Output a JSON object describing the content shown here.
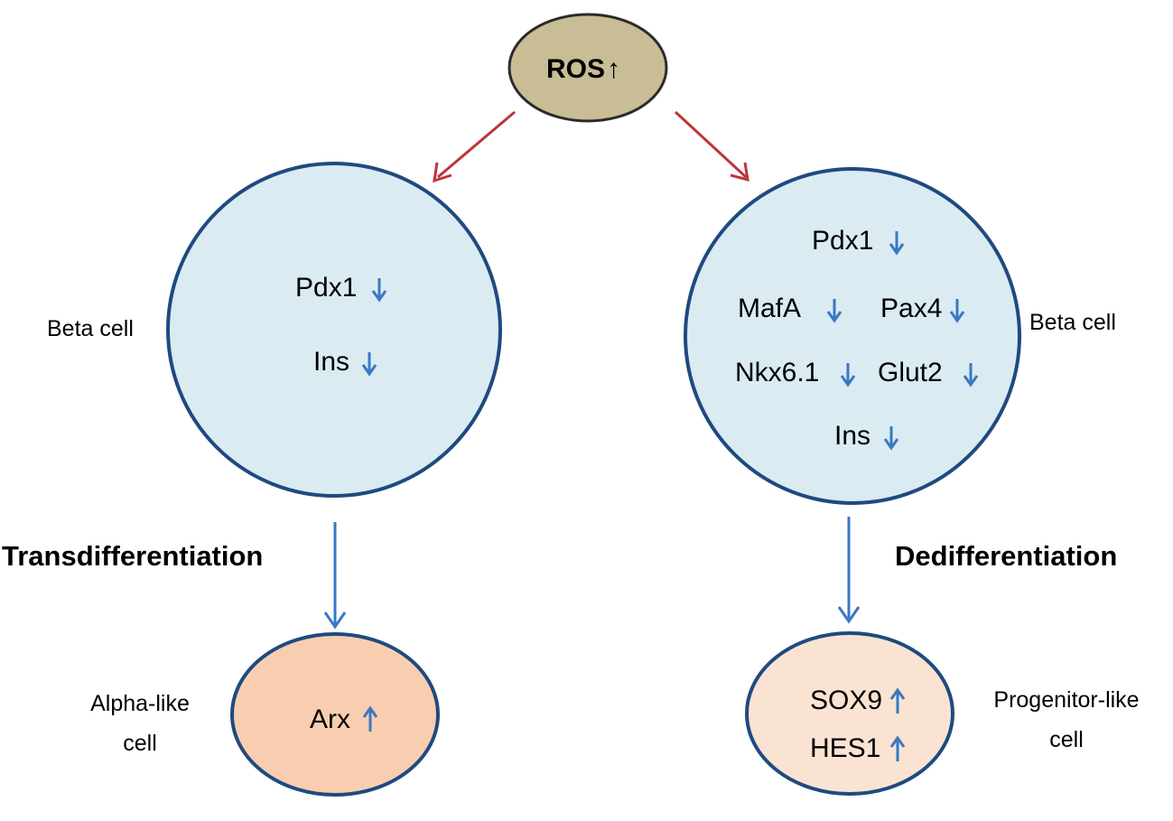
{
  "colors": {
    "ros_fill": "#c8bd94",
    "ros_stroke": "#2b2b2b",
    "beta_fill": "#daebf2",
    "alpha_fill": "#f9ceb0",
    "progenitor_fill": "#fbe3d3",
    "cell_stroke": "#1f4a80",
    "red_arrow": "#c0343a",
    "blue_arrow": "#3a78c3"
  },
  "ros": {
    "label": "ROS",
    "arrow": "↑"
  },
  "left": {
    "beta_cell": {
      "label": "Beta cell",
      "genes": [
        {
          "name": "Pdx1",
          "direction": "down"
        },
        {
          "name": "Ins",
          "direction": "down"
        }
      ]
    },
    "process": "Transdifferentiation",
    "result_cell": {
      "label_line1": "Alpha-like",
      "label_line2": "cell",
      "genes": [
        {
          "name": "Arx",
          "direction": "up"
        }
      ]
    }
  },
  "right": {
    "beta_cell": {
      "label": "Beta cell",
      "genes": [
        {
          "name": "Pdx1",
          "direction": "down"
        },
        {
          "name": "MafA",
          "direction": "down"
        },
        {
          "name": "Pax4",
          "direction": "down"
        },
        {
          "name": "Nkx6.1",
          "direction": "down"
        },
        {
          "name": "Glut2",
          "direction": "down"
        },
        {
          "name": "Ins",
          "direction": "down"
        }
      ]
    },
    "process": "Dedifferentiation",
    "result_cell": {
      "label_line1": "Progenitor-like",
      "label_line2": "cell",
      "genes": [
        {
          "name": "SOX9",
          "direction": "up"
        },
        {
          "name": "HES1",
          "direction": "up"
        }
      ]
    }
  }
}
